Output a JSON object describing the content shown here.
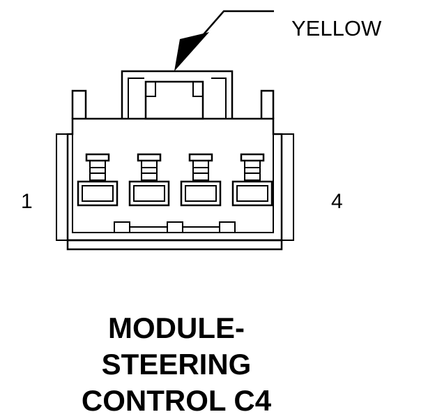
{
  "callout": {
    "color_label": "YELLOW"
  },
  "connector": {
    "cavity_count": 4,
    "pin_first_label": "1",
    "pin_last_label": "4"
  },
  "title": {
    "line1": "MODULE-",
    "line2": "STEERING",
    "line3": "CONTROL C4"
  }
}
